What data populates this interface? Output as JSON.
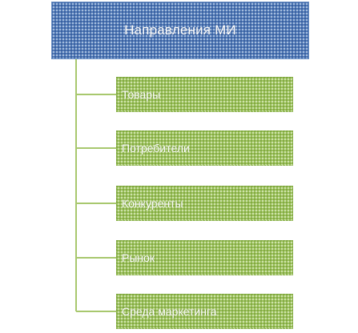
{
  "diagram": {
    "root": {
      "label": "Направления МИ"
    },
    "children": [
      {
        "label": "Товары"
      },
      {
        "label": "Потребители"
      },
      {
        "label": "Конкуренты"
      },
      {
        "label": "Рынок"
      },
      {
        "label": "Среда маркетинга"
      }
    ]
  },
  "colors": {
    "root_fill": "#4f79b8",
    "child_fill": "#9cc25a",
    "connector": "#9cc25a"
  }
}
